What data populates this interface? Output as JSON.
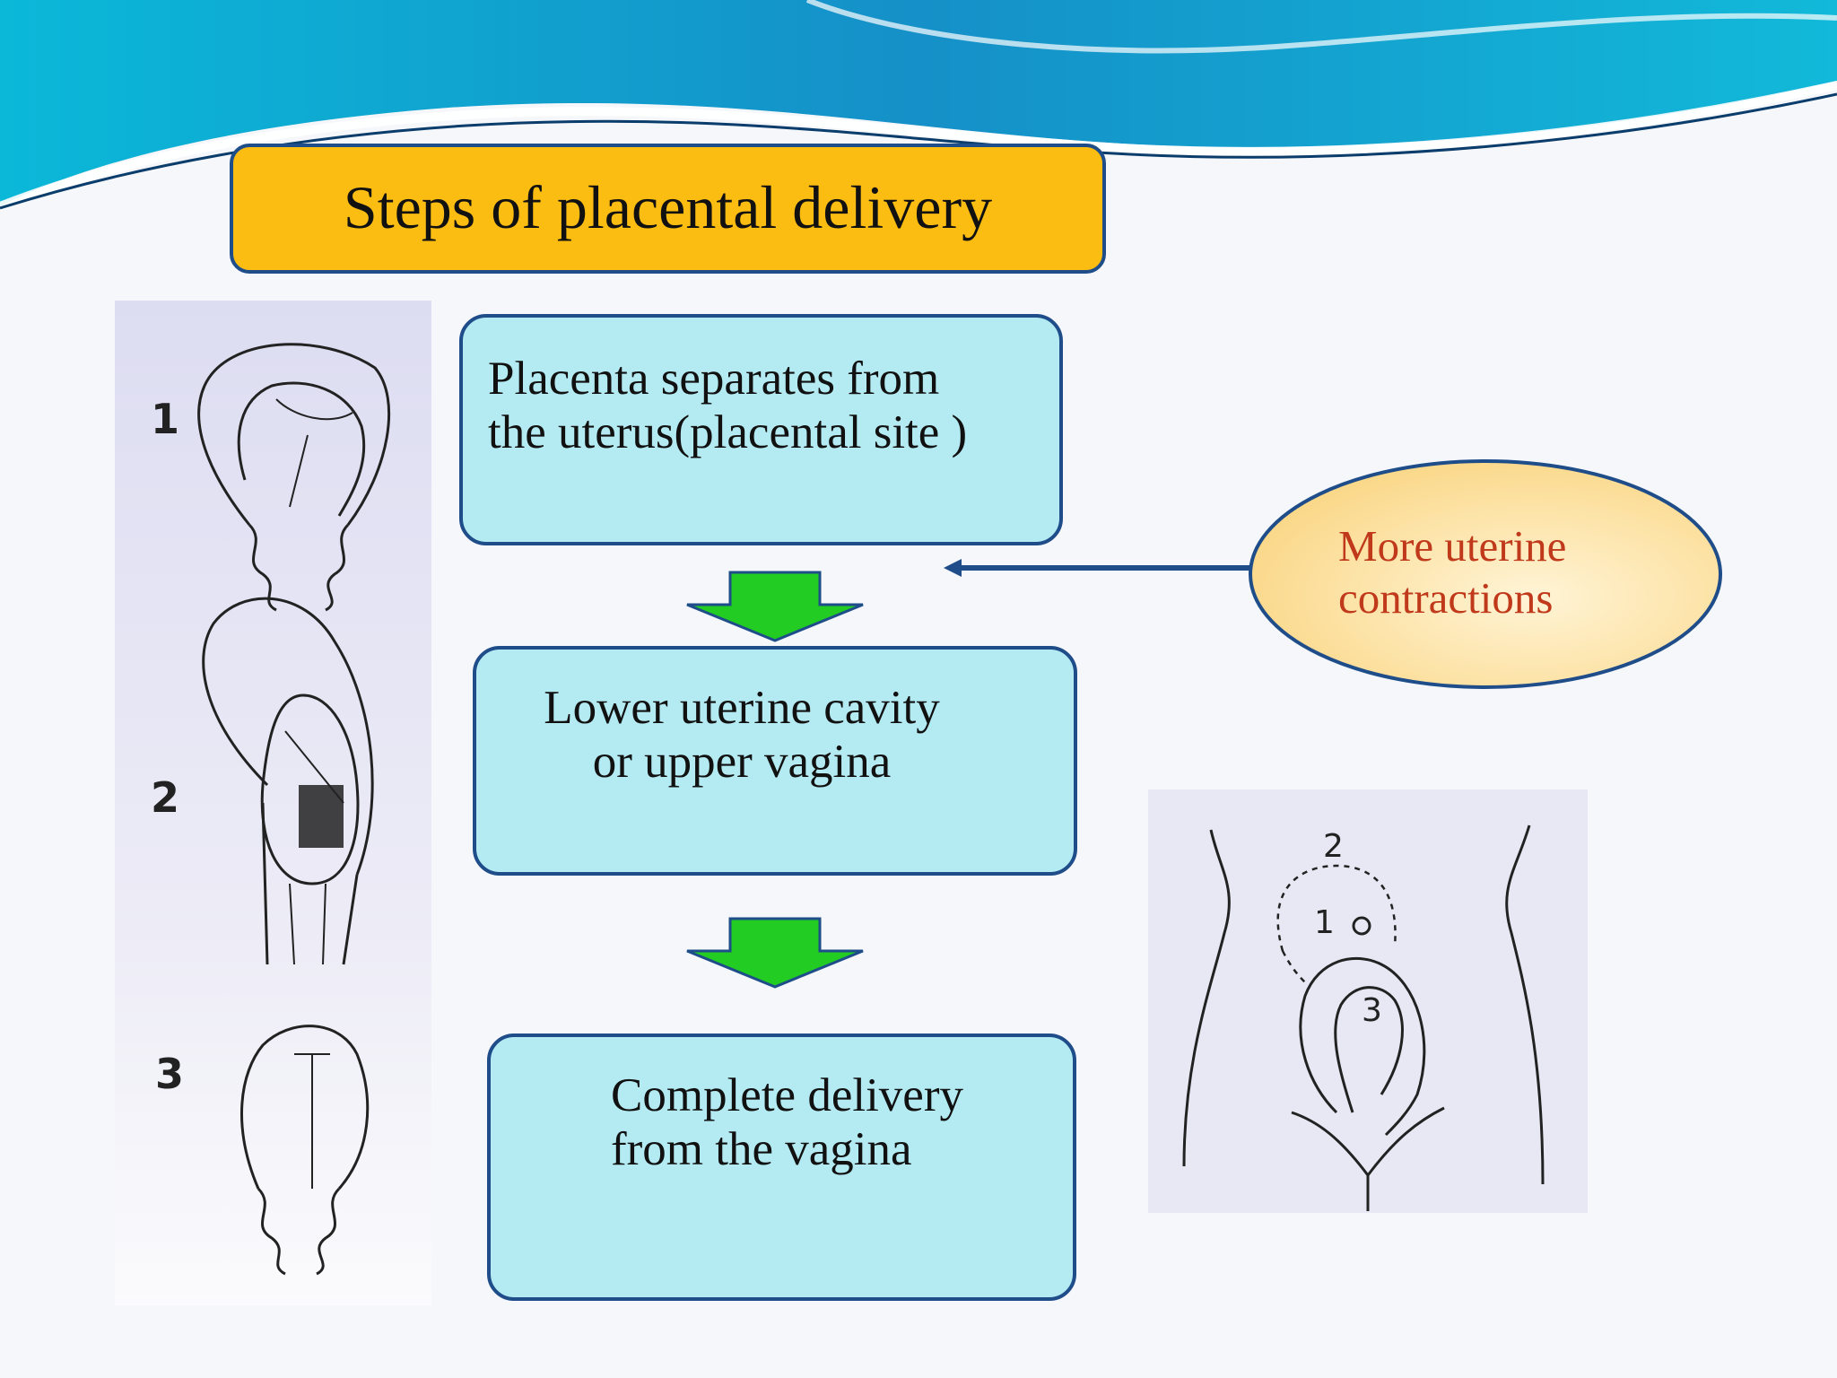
{
  "slide": {
    "title": "Steps of  placental delivery",
    "accent_color": "#fbbd12",
    "box_fill": "#b4eaf2",
    "border_color": "#1f4d8a",
    "arrow_color": "#22cc22"
  },
  "steps": [
    {
      "line1": "Placenta separates from",
      "line2": "the uterus(placental site )"
    },
    {
      "line1": "Lower uterine cavity",
      "line2": "or upper vagina"
    },
    {
      "line1": "Complete delivery",
      "line2": "from the  vagina"
    }
  ],
  "callout": {
    "line1": "More uterine",
    "line2": "contractions",
    "text_color": "#c0391b"
  },
  "left_figure": {
    "labels": [
      "1",
      "2",
      "3"
    ]
  },
  "right_figure": {
    "labels": [
      "2",
      "1",
      "3"
    ]
  }
}
